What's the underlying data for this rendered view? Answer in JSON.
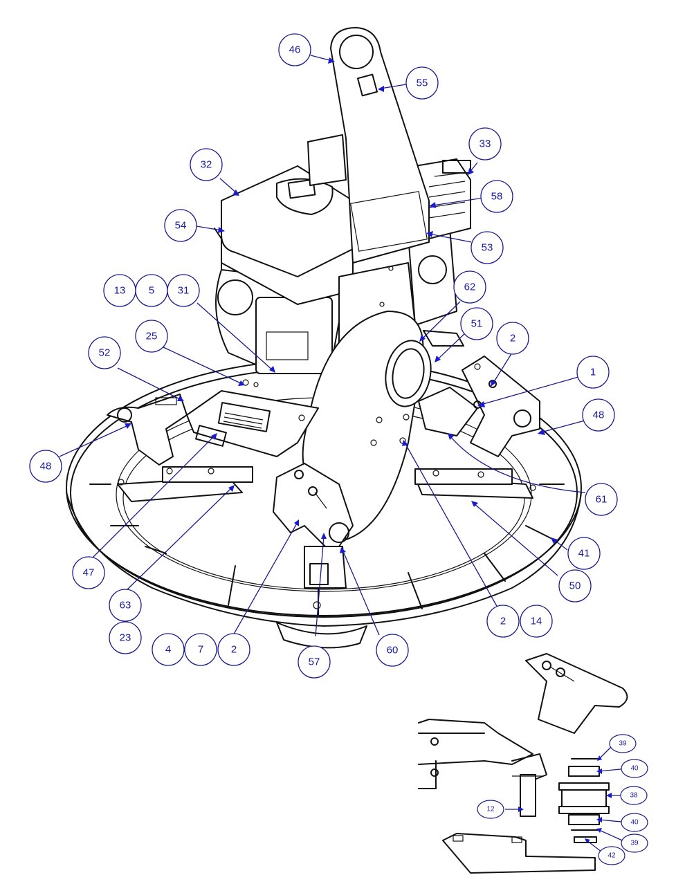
{
  "callouts": [
    {
      "id": "c46",
      "label": "46"
    },
    {
      "id": "c55",
      "label": "55"
    },
    {
      "id": "c33",
      "label": "33"
    },
    {
      "id": "c32",
      "label": "32"
    },
    {
      "id": "c58",
      "label": "58"
    },
    {
      "id": "c54",
      "label": "54"
    },
    {
      "id": "c53",
      "label": "53"
    },
    {
      "id": "c13",
      "label": "13"
    },
    {
      "id": "c5",
      "label": "5"
    },
    {
      "id": "c31",
      "label": "31"
    },
    {
      "id": "c62",
      "label": "62"
    },
    {
      "id": "c25",
      "label": "25"
    },
    {
      "id": "c51",
      "label": "51"
    },
    {
      "id": "c2a",
      "label": "2"
    },
    {
      "id": "c52",
      "label": "52"
    },
    {
      "id": "c1",
      "label": "1"
    },
    {
      "id": "c48a",
      "label": "48"
    },
    {
      "id": "c48b",
      "label": "48"
    },
    {
      "id": "c61",
      "label": "61"
    },
    {
      "id": "c41",
      "label": "41"
    },
    {
      "id": "c47",
      "label": "47"
    },
    {
      "id": "c50",
      "label": "50"
    },
    {
      "id": "c63",
      "label": "63"
    },
    {
      "id": "c2b",
      "label": "2"
    },
    {
      "id": "c14",
      "label": "14"
    },
    {
      "id": "c23",
      "label": "23"
    },
    {
      "id": "c4",
      "label": "4"
    },
    {
      "id": "c7",
      "label": "7"
    },
    {
      "id": "c2c",
      "label": "2"
    },
    {
      "id": "c57",
      "label": "57"
    },
    {
      "id": "c60",
      "label": "60"
    }
  ],
  "detail_callouts": [
    {
      "id": "d39a",
      "label": "39"
    },
    {
      "id": "d40a",
      "label": "40"
    },
    {
      "id": "d38",
      "label": "38"
    },
    {
      "id": "d12",
      "label": "12"
    },
    {
      "id": "d40b",
      "label": "40"
    },
    {
      "id": "d39b",
      "label": "39"
    },
    {
      "id": "d42",
      "label": "42"
    }
  ]
}
